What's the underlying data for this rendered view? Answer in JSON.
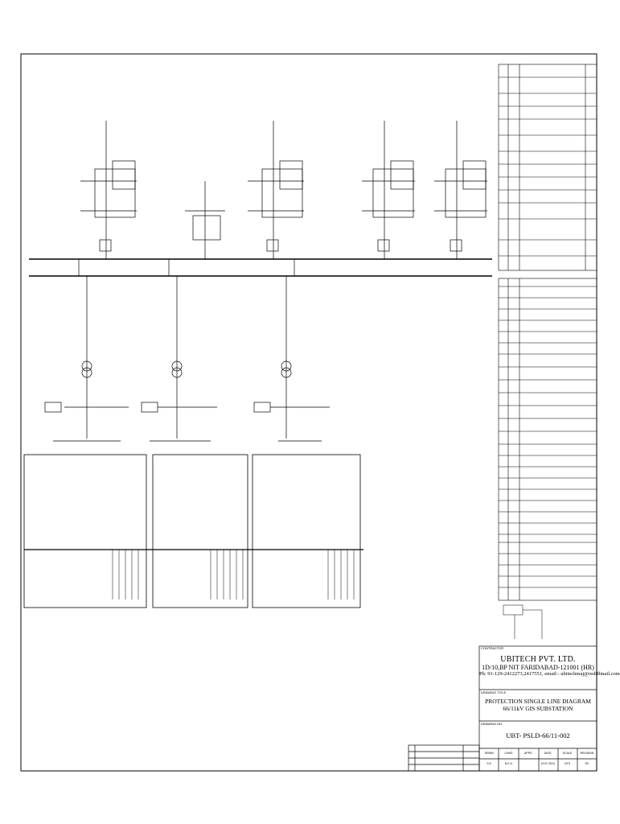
{
  "title_block": {
    "contractor_label": "CONTRACTOR",
    "company_name": "UBITECH PVT. LTD.",
    "company_address": "1D/10,BP NIT FARIDABAD-121001 (HR)",
    "company_contact": "Ph: 91-129-2412273,2417551, email:- ubitechmaj@rediffmail.com",
    "drawing_title_label": "DRAWING TITLE",
    "drawing_title_line1": "PROTECTION SINGLE LINE DIAGRAM",
    "drawing_title_line2": "66/11kV GIS SUBSTATION",
    "drawing_no_label": "DRAWING NO.",
    "drawing_no": "UBT- PSLD-66/11-002",
    "revision_headers": [
      "DRWN",
      "CHKD",
      "APPD",
      "DATE",
      "SCALE",
      "REVISION"
    ],
    "revision_values": [
      "S.K",
      "N.K.G",
      "",
      "10.07.2010",
      "NTS",
      "R2"
    ]
  },
  "colors": {
    "ink": "#000000",
    "paper": "#ffffff"
  }
}
